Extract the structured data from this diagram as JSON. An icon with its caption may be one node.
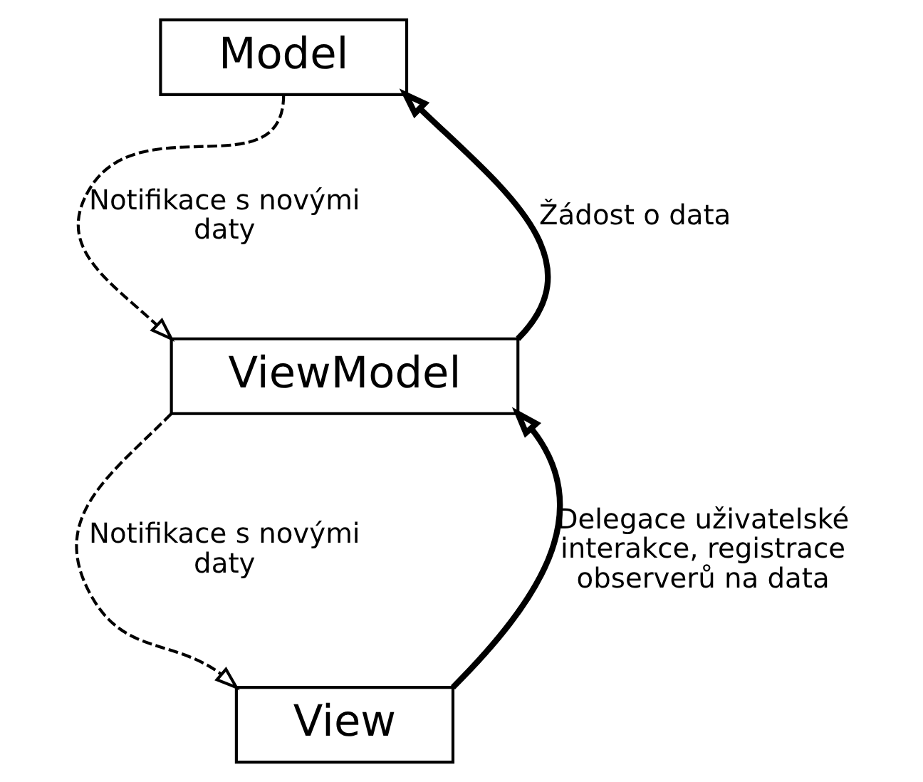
{
  "diagram": {
    "nodes": [
      {
        "text": [
          "Model"
        ]
      },
      {
        "text": [
          "ViewModel"
        ]
      },
      {
        "text": [
          "View"
        ]
      }
    ],
    "edges": [
      {
        "from": 0,
        "to": 1,
        "arrow": "to",
        "style": "dashed",
        "label": "Notifikace s novými daty"
      },
      {
        "from": 1,
        "to": 0,
        "arrow": "to",
        "style": "thick",
        "label": "Žádost o data"
      },
      {
        "from": 1,
        "to": 2,
        "arrow": "to",
        "style": "dashed",
        "label": "Notifikace s novými daty"
      },
      {
        "from": 2,
        "to": 1,
        "arrow": "to",
        "style": "thick",
        "label": "Delegace uživatelské interakce, registrace observerů na data"
      }
    ]
  }
}
